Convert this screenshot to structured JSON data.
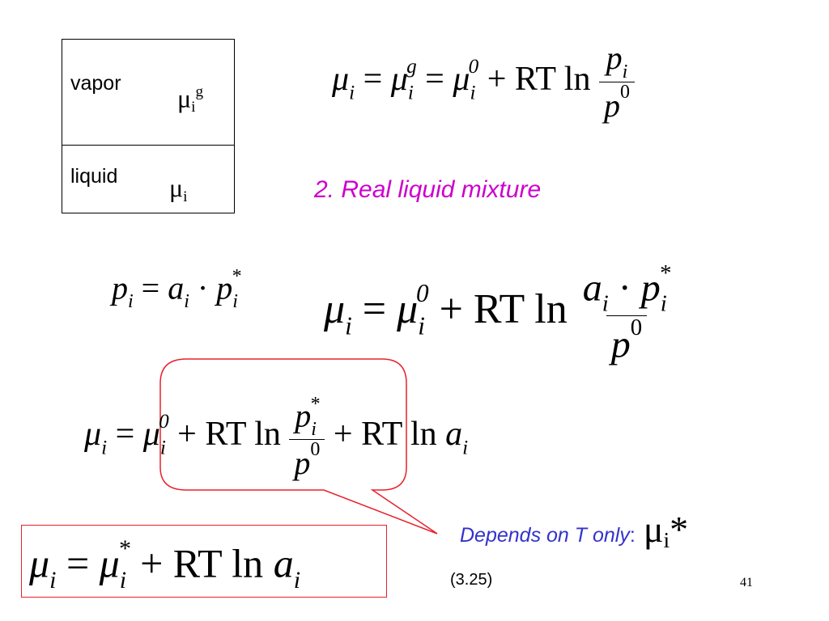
{
  "phase_table": {
    "vapor_label": "vapor",
    "vapor_symbol": "μ",
    "vapor_symbol_sub": "i",
    "vapor_symbol_sup": "g",
    "liquid_label": "liquid",
    "liquid_symbol": "μ",
    "liquid_symbol_sub": "i"
  },
  "eq_vapor": {
    "mu": "μ",
    "i": "i",
    "g": "g",
    "eq": "=",
    "zero": "0",
    "plus_rt_ln": "+ RT ln",
    "p": "p",
    "p0": "p"
  },
  "section_heading": "2. Real liquid mixture",
  "eq_raoult": {
    "p": "p",
    "i": "i",
    "eq": "=",
    "a": "a",
    "dot": "·",
    "star": "*"
  },
  "eq_real": {
    "mu": "μ",
    "i": "i",
    "eq": "=",
    "zero": "0",
    "plus_rt_ln": "+ RT ln",
    "a": "a",
    "dot": "·",
    "p": "p",
    "star": "*"
  },
  "eq_split": {
    "mu": "μ",
    "i": "i",
    "eq": "=",
    "zero": "0",
    "plus_rt_ln": "+ RT ln",
    "p": "p",
    "star": "*",
    "a": "a"
  },
  "eq_final": {
    "mu": "μ",
    "i": "i",
    "eq": "=",
    "star": "*",
    "plus_rt_ln": "+ RT ln",
    "a": "a"
  },
  "note": {
    "text": "Depends on T only",
    "colon": ":",
    "symbol": "μ",
    "symbol_sub": "i",
    "symbol_star": "*"
  },
  "equation_number": "(3.25)",
  "slide_number": "41",
  "colors": {
    "heading": "#cc00cc",
    "note": "#3333cc",
    "highlight_border": "#e8202a"
  }
}
